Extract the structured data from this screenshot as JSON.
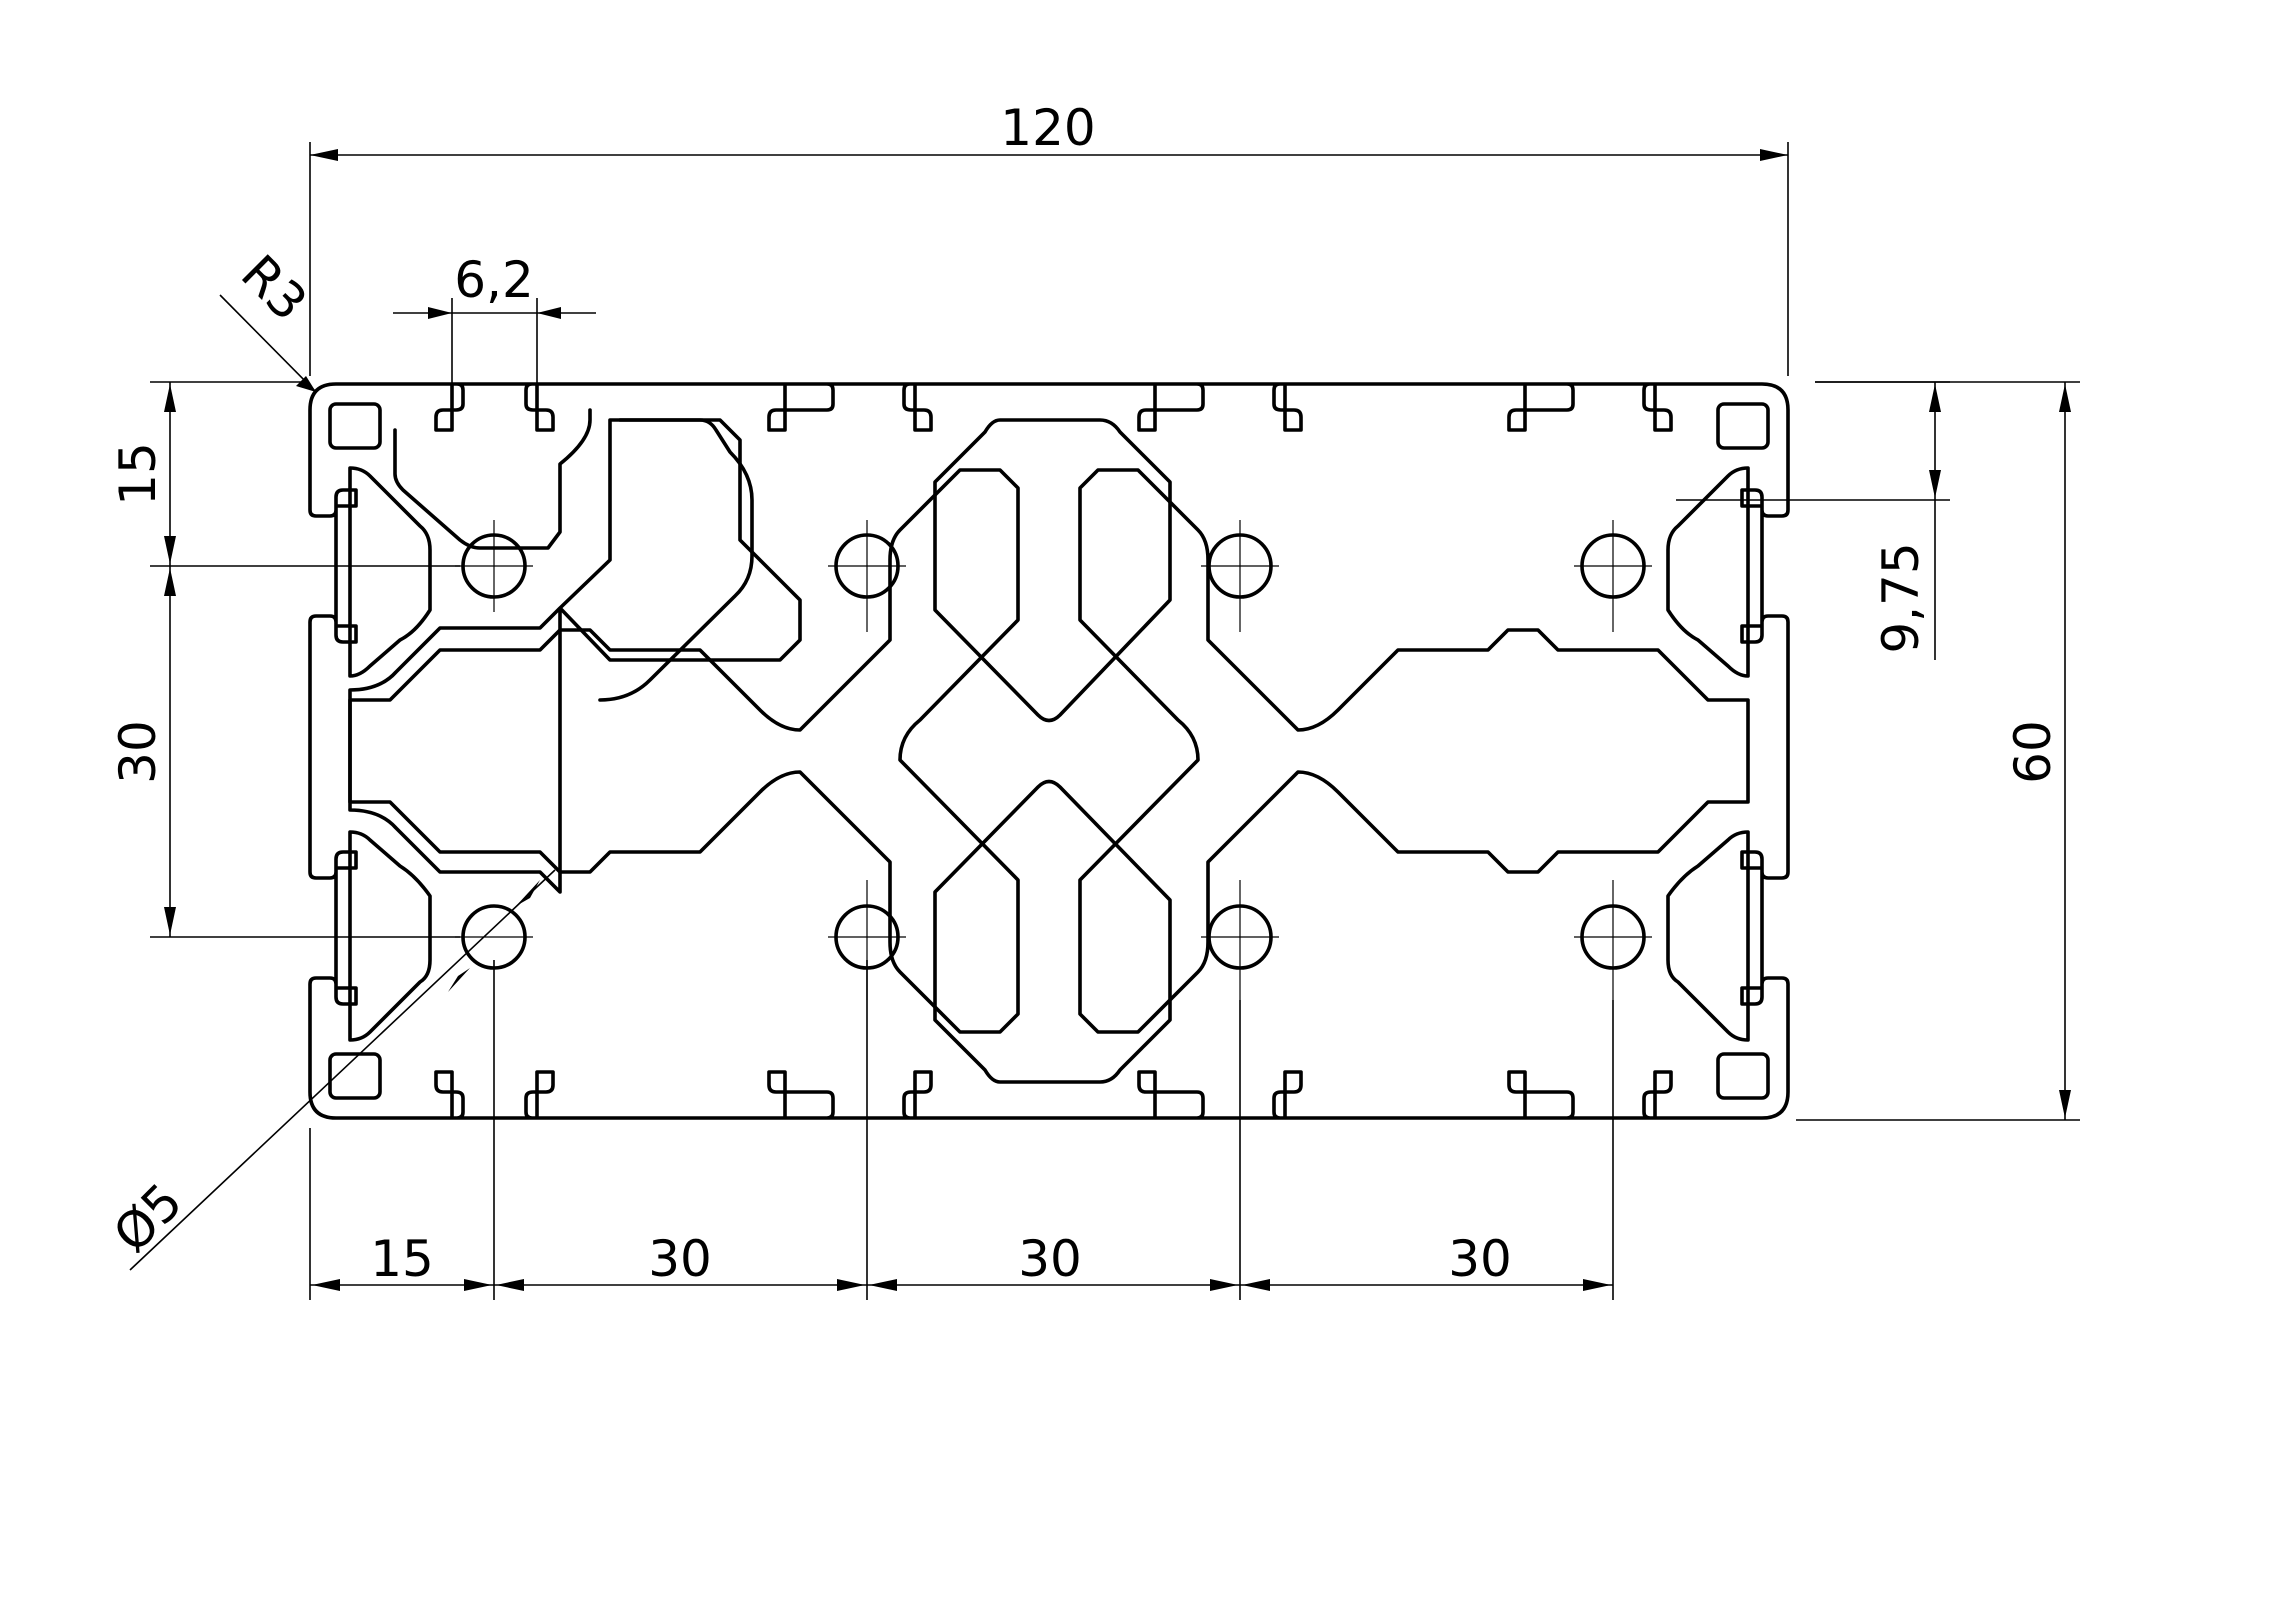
{
  "diagram": {
    "dimensions": {
      "overall_width": "120",
      "slot_width": "6,2",
      "corner_radius": "R3",
      "left_top_offset": "15",
      "left_hole_spacing": "30",
      "right_slot_depth": "9,75",
      "overall_height": "60",
      "hole_diameter": "Ø5",
      "bottom_first": "15",
      "bottom_spacing_1": "30",
      "bottom_spacing_2": "30",
      "bottom_spacing_3": "30"
    },
    "colors": {
      "line": "#000000",
      "background": "#ffffff"
    }
  }
}
